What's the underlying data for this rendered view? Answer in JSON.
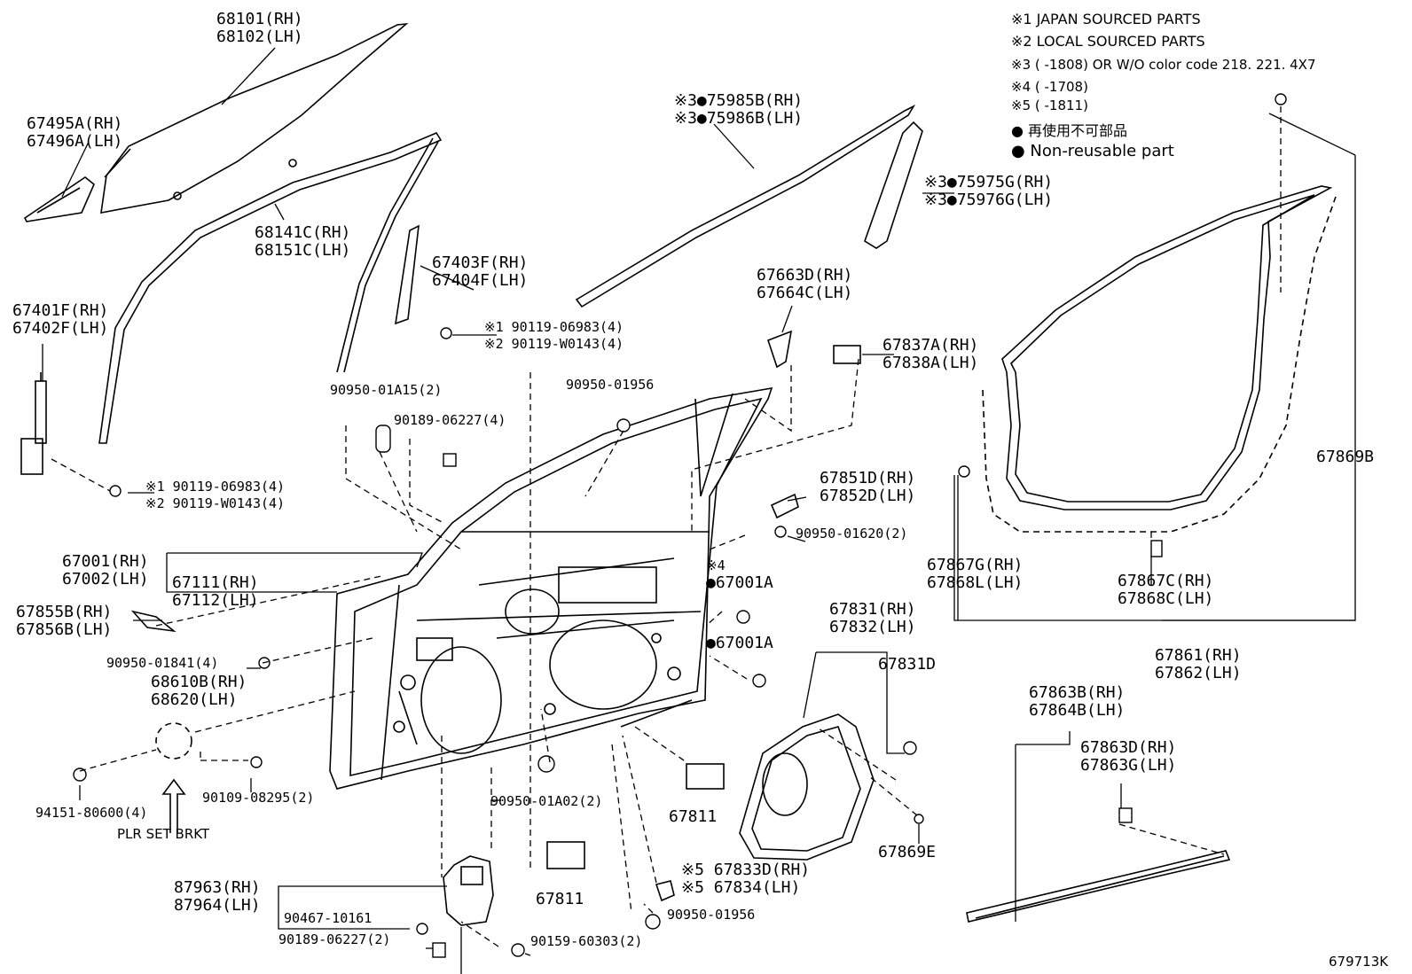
{
  "notes": [
    {
      "text": "※1 JAPAN SOURCED PARTS"
    },
    {
      "text": "※2 LOCAL SOURCED PARTS"
    },
    {
      "text": "※3 (       -1808) OR W/O color code 218. 221. 4X7"
    },
    {
      "text": "※4 (       -1708)"
    },
    {
      "text": "※5 (       -1811)"
    },
    {
      "text": "● 再使用不可部品"
    },
    {
      "text": "● Non-reusable part"
    }
  ],
  "callouts": [
    {
      "lines": [
        "68101(RH)",
        "68102(LH)"
      ]
    },
    {
      "lines": [
        "67495A(RH)",
        "67496A(LH)"
      ]
    },
    {
      "lines": [
        "68141C(RH)",
        "68151C(LH)"
      ]
    },
    {
      "lines": [
        "67403F(RH)",
        "67404F(LH)"
      ]
    },
    {
      "lines": [
        "67401F(RH)",
        "67402F(LH)"
      ]
    },
    {
      "lines": [
        "※1 90119-06983(4)",
        "※2 90119-W0143(4)"
      ]
    },
    {
      "lines": [
        "※3●75985B(RH)",
        "※3●75986B(LH)"
      ]
    },
    {
      "lines": [
        "※3●75975G(RH)",
        "※3●75976G(LH)"
      ]
    },
    {
      "lines": [
        "67663D(RH)",
        "67664C(LH)"
      ]
    },
    {
      "lines": [
        "67837A(RH)",
        "67838A(LH)"
      ]
    },
    {
      "lines": [
        "90950-01A15(2)"
      ]
    },
    {
      "lines": [
        "90950-01956"
      ]
    },
    {
      "lines": [
        "90189-06227(4)"
      ]
    },
    {
      "lines": [
        "※1 90119-06983(4)",
        "※2 90119-W0143(4)"
      ]
    },
    {
      "lines": [
        "67851D(RH)",
        "67852D(LH)"
      ]
    },
    {
      "lines": [
        "90950-01620(2)"
      ]
    },
    {
      "lines": [
        "67001(RH)",
        "67002(LH)"
      ]
    },
    {
      "lines": [
        "67111(RH)",
        "67112(LH)"
      ]
    },
    {
      "lines": [
        "※4",
        "●67001A"
      ]
    },
    {
      "lines": [
        "●67001A"
      ]
    },
    {
      "lines": [
        "67855B(RH)",
        "67856B(LH)"
      ]
    },
    {
      "lines": [
        "90950-01841(4)"
      ]
    },
    {
      "lines": [
        "68610B(RH)",
        "68620(LH)"
      ]
    },
    {
      "lines": [
        "67831(RH)",
        "67832(LH)"
      ]
    },
    {
      "lines": [
        "67831D"
      ]
    },
    {
      "lines": [
        "67869B"
      ]
    },
    {
      "lines": [
        "67867G(RH)",
        "67868L(LH)"
      ]
    },
    {
      "lines": [
        "67867C(RH)",
        "67868C(LH)"
      ]
    },
    {
      "lines": [
        "67861(RH)",
        "67862(LH)"
      ]
    },
    {
      "lines": [
        "67863B(RH)",
        "67864B(LH)"
      ]
    },
    {
      "lines": [
        "67863D(RH)",
        "67863G(LH)"
      ]
    },
    {
      "lines": [
        "94151-80600(4)"
      ]
    },
    {
      "lines": [
        "90109-08295(2)"
      ]
    },
    {
      "lines": [
        "90950-01A02(2)"
      ]
    },
    {
      "lines": [
        "67811"
      ]
    },
    {
      "lines": [
        "67811"
      ]
    },
    {
      "lines": [
        "67869E"
      ]
    },
    {
      "lines": [
        "※5 67833D(RH)",
        "※5 67834(LH)"
      ]
    },
    {
      "lines": [
        "87963(RH)",
        "87964(LH)"
      ]
    },
    {
      "lines": [
        "90467-10161"
      ]
    },
    {
      "lines": [
        "90189-06227(2)"
      ]
    },
    {
      "lines": [
        "90950-01956"
      ]
    },
    {
      "lines": [
        "90159-60303(2)"
      ]
    }
  ],
  "plr_label": "PLR SET BRKT",
  "drawing_ref": "679713K"
}
